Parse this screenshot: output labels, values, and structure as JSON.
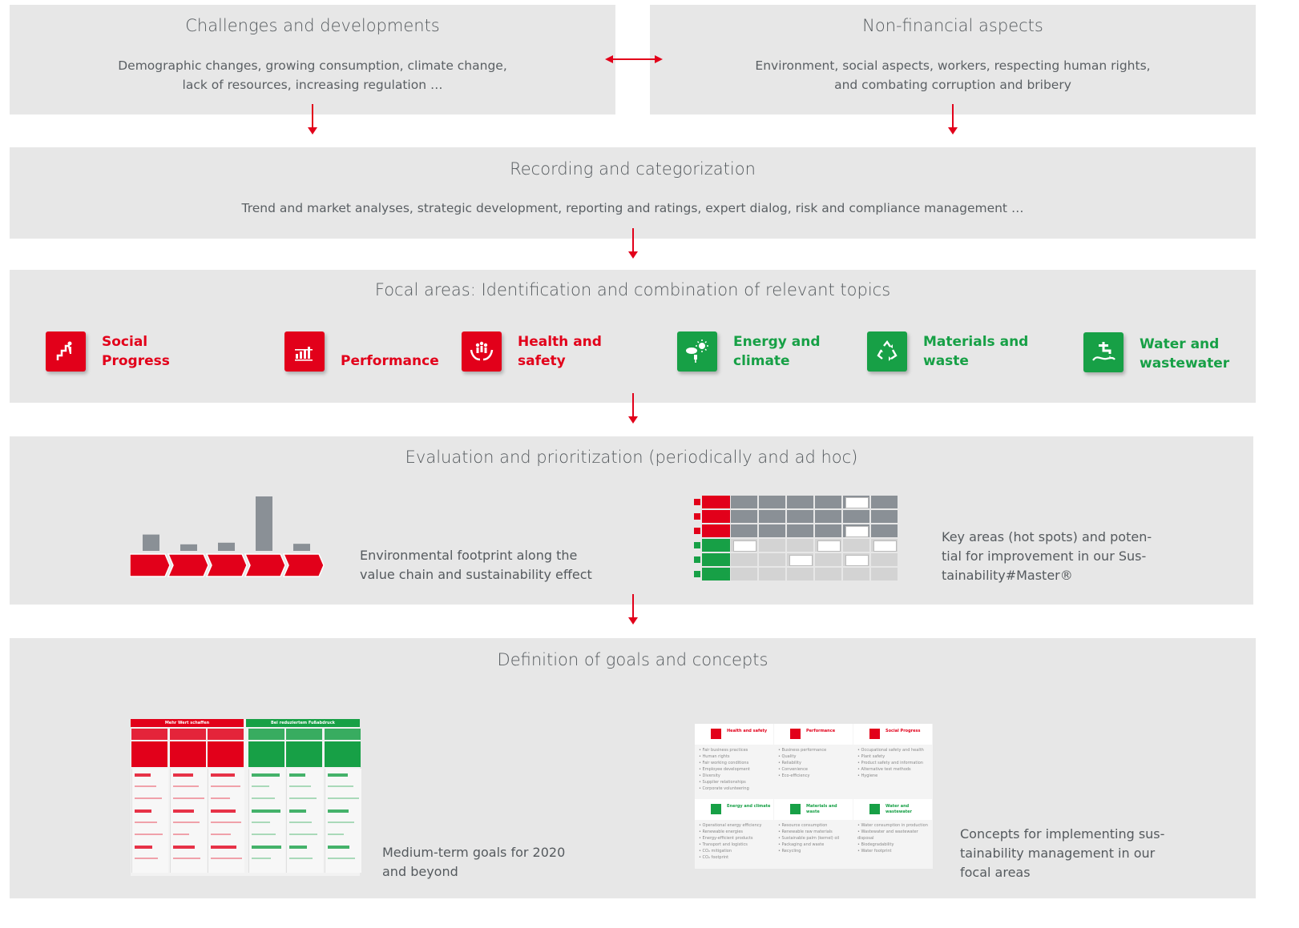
{
  "challenges": {
    "title": "Challenges and developments",
    "line1": "Demographic changes, growing consumption, climate change,",
    "line2": "lack of resources, increasing regulation …"
  },
  "nonfinancial": {
    "title": "Non-financial aspects",
    "line1": "Environment, social aspects, workers, respecting human rights,",
    "line2": "and combating corruption and bribery"
  },
  "recording": {
    "title": "Recording and categorization",
    "line1": "Trend and market analyses, strategic development, reporting and ratings, expert dialog, risk and compliance management …"
  },
  "focal": {
    "title": "Focal areas: Identification and combination of relevant topics",
    "items": [
      {
        "label": "Social\nProgress",
        "color": "#e2001a",
        "icon": "social-progress-icon"
      },
      {
        "label": "Performance",
        "color": "#e2001a",
        "icon": "performance-icon"
      },
      {
        "label": "Health and\nsafety",
        "color": "#e2001a",
        "icon": "health-safety-icon"
      },
      {
        "label": "Energy and\nclimate",
        "color": "#17a046",
        "icon": "energy-climate-icon"
      },
      {
        "label": "Materials and\nwaste",
        "color": "#17a046",
        "icon": "materials-waste-icon"
      },
      {
        "label": "Water and\nwastewater",
        "color": "#17a046",
        "icon": "water-wastewater-icon"
      }
    ]
  },
  "evaluation": {
    "title": "Evaluation and prioritization (periodically and ad hoc)",
    "footprint_caption_1": "Environmental footprint along the",
    "footprint_caption_2": "value chain and sustainability effect",
    "master_caption_1": "Key areas (hot spots) and poten-",
    "master_caption_2": "tial for improvement in our Sus-",
    "master_caption_3": "tainability#Master®",
    "footprint_bars": [
      0.3,
      0.12,
      0.15,
      1.0,
      0.13
    ]
  },
  "goals": {
    "title": "Definition of goals and concepts",
    "goals_caption_1": "Medium-term goals for 2020",
    "goals_caption_2": "and beyond",
    "concepts_caption_1": "Concepts for implementing sus-",
    "concepts_caption_2": "tainability management in our",
    "concepts_caption_3": "focal areas",
    "goals_header_red": "Mehr Wert schaffen",
    "goals_header_green": "Bei reduziertem Fußabdruck",
    "concepts": [
      {
        "title": "Health and safety",
        "color": "#e2001a",
        "items": [
          "• Fair business practices",
          "• Human rights",
          "• Fair working conditions",
          "• Employee development",
          "• Diversity",
          "• Supplier relationships",
          "• Corporate volunteering"
        ]
      },
      {
        "title": "Performance",
        "color": "#e2001a",
        "items": [
          "• Business performance",
          "• Quality",
          "• Reliability",
          "• Convenience",
          "• Eco-efficiency"
        ]
      },
      {
        "title": "Social Progress",
        "color": "#e2001a",
        "items": [
          "• Occupational safety and health",
          "• Plant safety",
          "• Product safety and information",
          "• Alternative test methods",
          "• Hygiene"
        ]
      },
      {
        "title": "Energy and climate",
        "color": "#17a046",
        "items": [
          "• Operational energy efficiency",
          "• Renewable energies",
          "• Energy-efficient products",
          "• Transport and logistics",
          "• CO₂ mitigation",
          "• CO₂ footprint"
        ]
      },
      {
        "title": "Materials and waste",
        "color": "#17a046",
        "items": [
          "• Resource consumption",
          "• Renewable raw materials",
          "• Sustainable palm (kernel) oil",
          "• Packaging and waste",
          "• Recycling"
        ]
      },
      {
        "title": "Water and wastewater",
        "color": "#17a046",
        "items": [
          "• Water consumption in production",
          "• Wastewater and wastewater disposal",
          "• Biodegradability",
          "• Water footprint"
        ]
      }
    ]
  },
  "colors": {
    "red": "#e2001a",
    "green": "#17a046",
    "panel": "#e7e7e7",
    "grey_cell": "#8a9096"
  }
}
